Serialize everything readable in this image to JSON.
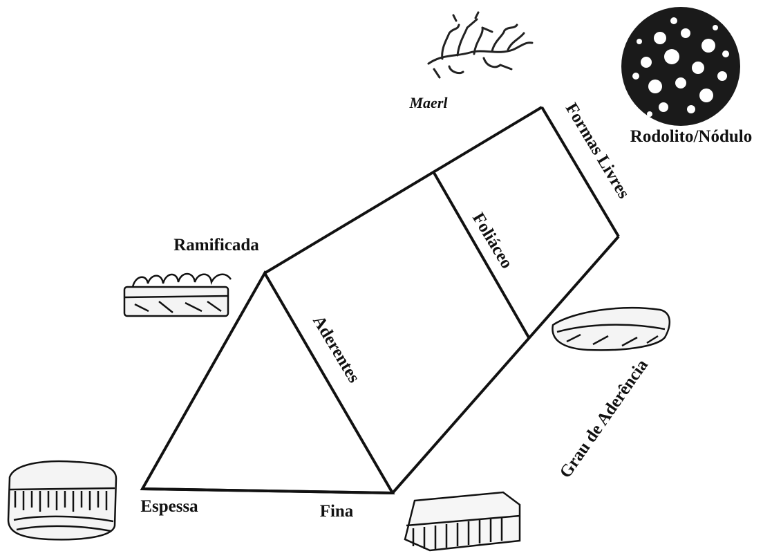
{
  "labels": {
    "maerl": "Maerl",
    "rodolito": "Rodolito/Nódulo",
    "formas_livres": "Formas Livres",
    "ramificada": "Ramificada",
    "foliaceo": "Foliáceo",
    "aderentes": "Aderentes",
    "grau_aderencia": "Grau de Aderência",
    "espessa": "Espessa",
    "fina": "Fina"
  }
}
